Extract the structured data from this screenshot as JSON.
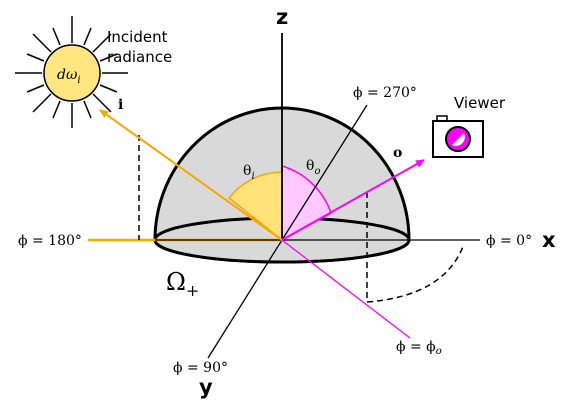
{
  "axes": {
    "z": "z",
    "x": "x",
    "y": "y"
  },
  "phi_labels": {
    "phi_270": "ϕ = 270°",
    "phi_180": "ϕ = 180°",
    "phi_0": "ϕ = 0°",
    "phi_90": "ϕ = 90°",
    "phi_o": "ϕ = ϕ",
    "phi_o_sub": "o"
  },
  "angles": {
    "theta_i": "θ",
    "theta_i_sub": "i",
    "theta_o": "θ",
    "theta_o_sub": "o"
  },
  "vectors": {
    "incident": "i",
    "outgoing": "o"
  },
  "sun": {
    "caption_line1": "Incident",
    "caption_line2": "radiance",
    "symbol": "dω",
    "symbol_sub": "i"
  },
  "viewer": {
    "caption": "Viewer"
  },
  "hemisphere": {
    "label": "Ω",
    "label_sub": "+"
  },
  "colors": {
    "incident": "#f5a800",
    "outgoing": "#ff00ff",
    "hemisphere_fill": "#d9d9d9",
    "theta_i_fill": "#ffe27a",
    "theta_o_fill": "#ffc8ff",
    "sun_fill": "#ffe680"
  },
  "icons": [
    "sun-icon",
    "camera-icon"
  ]
}
